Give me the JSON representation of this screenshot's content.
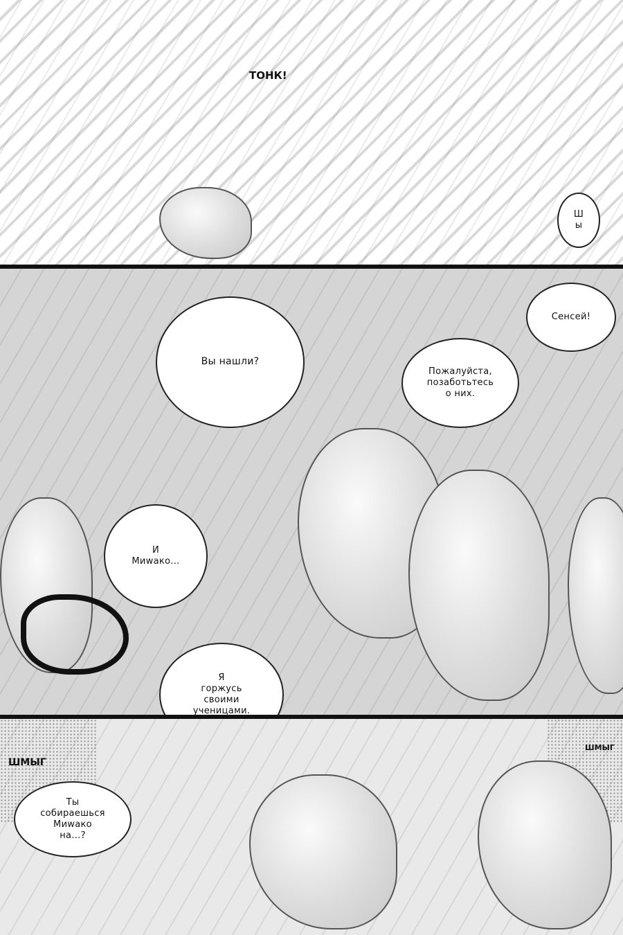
{
  "page": {
    "panel1": {
      "sfx_tonk": "ТОНК!",
      "sfx_shy": "Ш\nы"
    },
    "panel2": {
      "bubble_vy_nashli": "Вы нашли?"
    },
    "panel3": {
      "bubble_sensei": "Сенсей!",
      "caption_pozhaluysta": "Пожалуйста,\nпозаботьтесь\nо них."
    },
    "panel4": {
      "bubble_i_miwako": "И\nМиwако...",
      "caption_ya_gorzhus": "Я\nгоржусь\nсвоими\nученицами."
    },
    "panel5": {
      "sfx_shmyg": "ШМЫГ",
      "bubble_ty_sobiraeshsya": "Ты\nсобираешься\nМиwако\nна...?",
      "sfx_shmyg2": "ШМЫГ"
    }
  }
}
